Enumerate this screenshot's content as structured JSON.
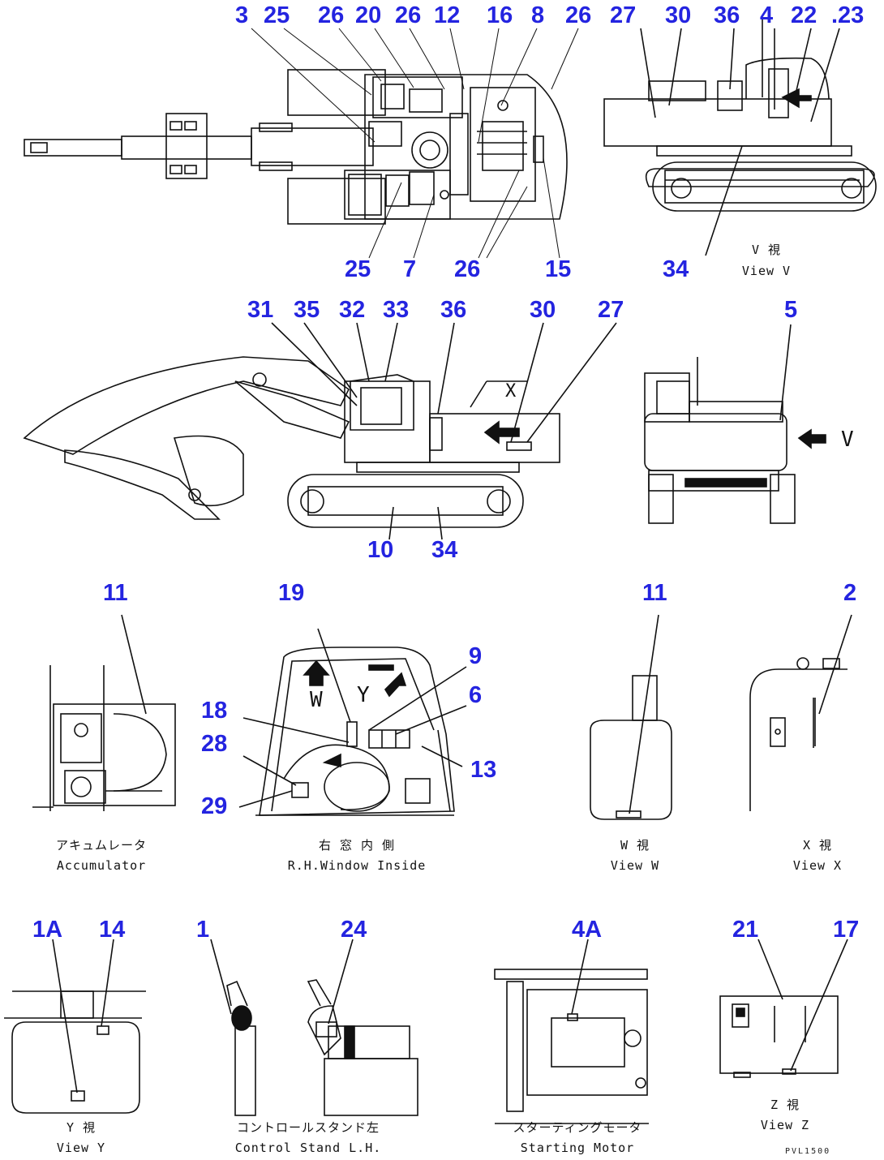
{
  "drawing_code": "PVL1500",
  "callouts": {
    "c01": "3",
    "c02": "25",
    "c03": "26",
    "c04": "20",
    "c05": "26",
    "c06": "12",
    "c07": "16",
    "c08": "8",
    "c09": "26",
    "c10": "27",
    "c11": "30",
    "c12": "36",
    "c13": "4",
    "c14": "22",
    "c15": ".23",
    "c16": "25",
    "c17": "7",
    "c18": "26",
    "c19": "15",
    "c20": "34",
    "c21": "31",
    "c22": "35",
    "c23": "32",
    "c24": "33",
    "c25": "36",
    "c26": "30",
    "c27": "27",
    "c28": "5",
    "c29": "10",
    "c30": "34",
    "c31": "11",
    "c32": "19",
    "c33": "9",
    "c34": "6",
    "c35": "18",
    "c36": "28",
    "c37": "13",
    "c38": "29",
    "c39": "11",
    "c40": "2",
    "c41": "1A",
    "c42": "14",
    "c43": "1",
    "c44": "24",
    "c45": "4A",
    "c46": "21",
    "c47": "17"
  },
  "captions": {
    "view_v_jp": "V 視",
    "view_v_en": "View V",
    "accumulator_jp": "アキュムレータ",
    "accumulator_en": "Accumulator",
    "rh_window_jp": "右 窓 内 側",
    "rh_window_en": "R.H.Window Inside",
    "view_w_jp": "W 視",
    "view_w_en": "View W",
    "view_x_jp": "X 視",
    "view_x_en": "View X",
    "view_y_jp": "Y 視",
    "view_y_en": "View Y",
    "control_stand_jp": "コントロールスタンド左",
    "control_stand_en": "Control Stand L.H.",
    "starting_motor_jp": "スターティングモータ",
    "starting_motor_en": "Starting Motor",
    "view_z_jp": "Z 視",
    "view_z_en": "View Z"
  },
  "view_letters": {
    "v": "V",
    "x": "X",
    "w": "W",
    "y": "Y"
  }
}
